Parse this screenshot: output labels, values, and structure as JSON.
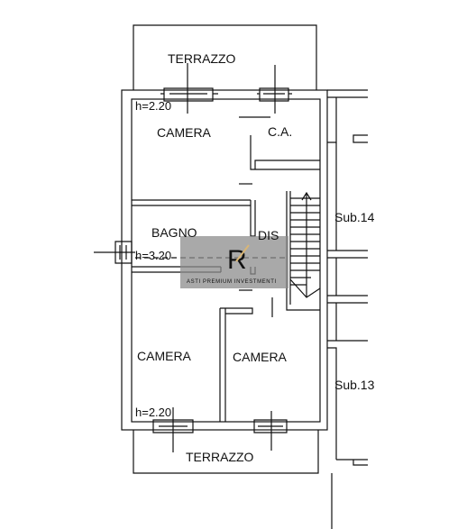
{
  "labels": {
    "terrazzo_top": "TERRAZZO",
    "terrazzo_bottom": "TERRAZZO",
    "camera_top": "CAMERA",
    "ca": "C.A.",
    "bagno": "BAGNO",
    "dis": "DIS",
    "camera_bottom_left": "CAMERA",
    "camera_bottom_right": "CAMERA",
    "sub14": "Sub.14",
    "sub13": "Sub.13",
    "height_top": "h=2.20",
    "height_mid": "h=3.20",
    "height_bottom": "h=2.20"
  },
  "watermark": {
    "text": "ASTI PREMIUM INVESTMENTI",
    "logo_letters": "R"
  },
  "colors": {
    "line": "#111111",
    "watermark_box": "#8c8c8c",
    "watermark_accent": "#d9b676"
  }
}
